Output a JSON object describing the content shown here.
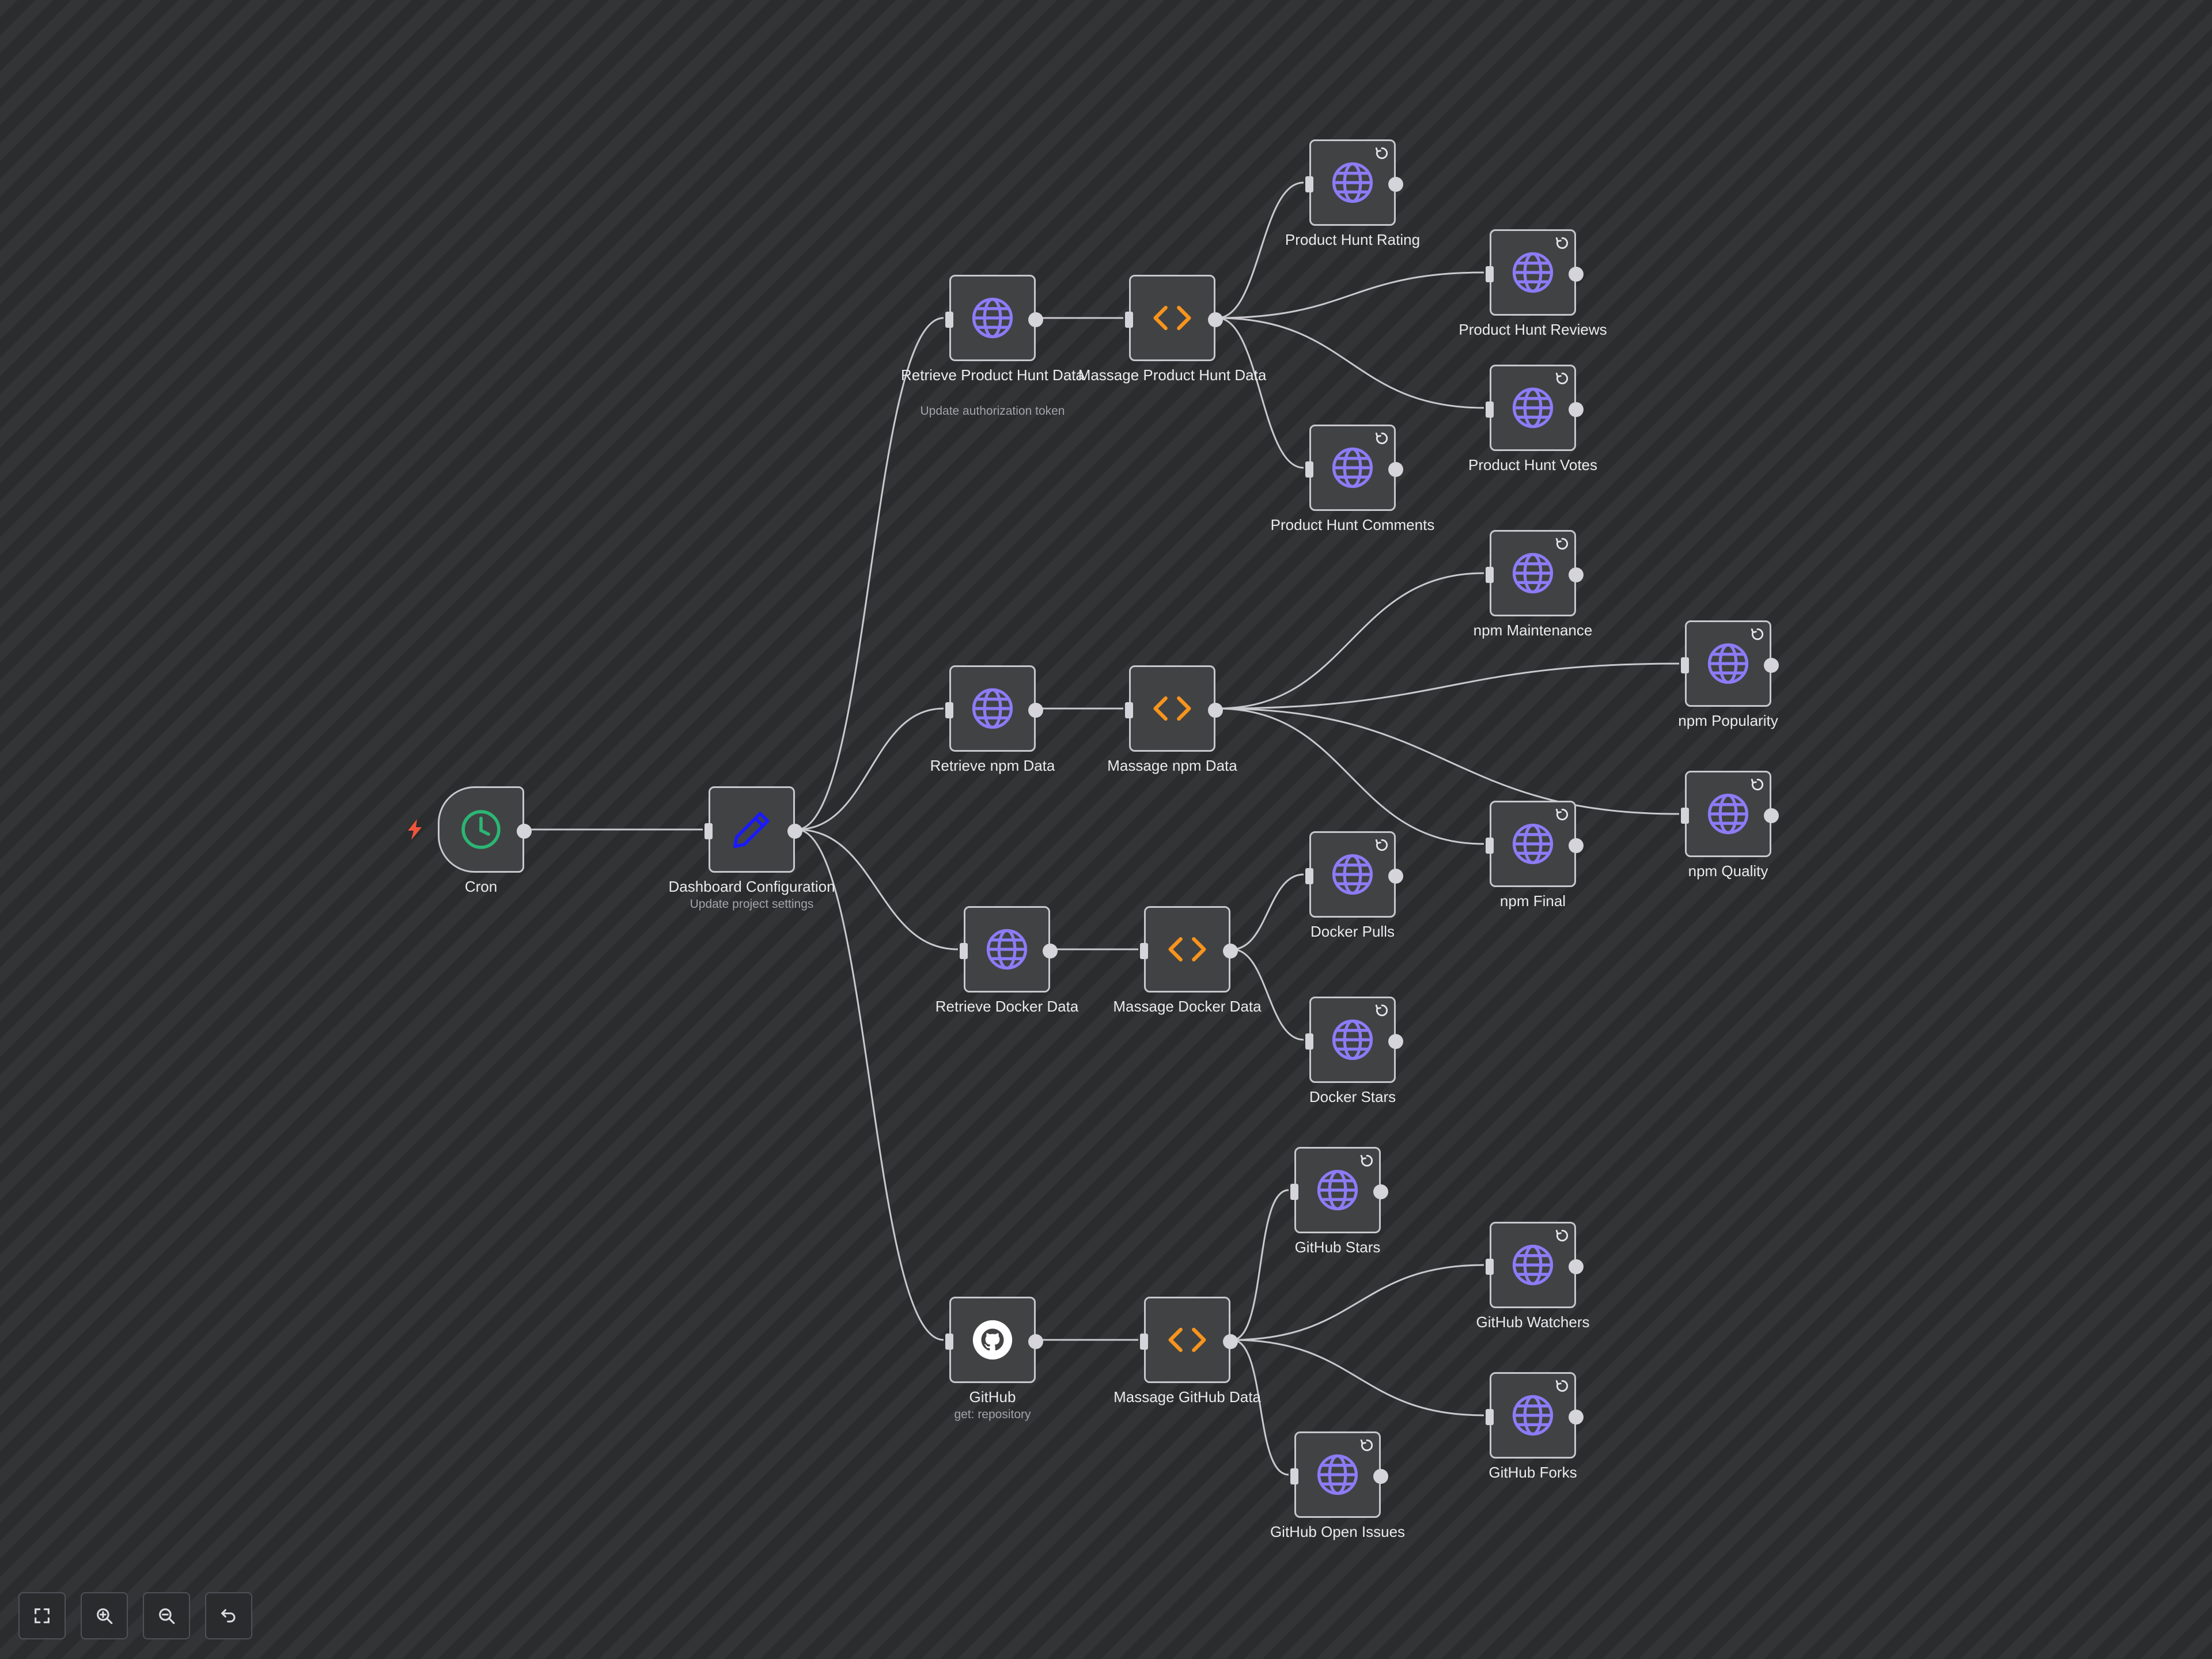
{
  "canvas": {
    "theme_accent": "#8b7cf6"
  },
  "nodes": [
    {
      "id": "cron",
      "label": "Cron",
      "subtitle": "",
      "icon": "clock-icon",
      "type": "trigger"
    },
    {
      "id": "config",
      "label": "Dashboard Configuration",
      "subtitle": "Update project settings",
      "icon": "pencil-icon",
      "type": "set"
    },
    {
      "id": "rph",
      "label": "Retrieve Product Hunt Data",
      "subtitle": "Update authorization token",
      "icon": "globe-icon",
      "type": "http"
    },
    {
      "id": "mph",
      "label": "Massage Product Hunt Data",
      "subtitle": "",
      "icon": "code-icon",
      "type": "code"
    },
    {
      "id": "phrating",
      "label": "Product Hunt Rating",
      "subtitle": "",
      "icon": "globe-icon",
      "type": "http",
      "badge": true
    },
    {
      "id": "phreviews",
      "label": "Product Hunt Reviews",
      "subtitle": "",
      "icon": "globe-icon",
      "type": "http",
      "badge": true
    },
    {
      "id": "phvotes",
      "label": "Product Hunt Votes",
      "subtitle": "",
      "icon": "globe-icon",
      "type": "http",
      "badge": true
    },
    {
      "id": "phcomments",
      "label": "Product Hunt Comments",
      "subtitle": "",
      "icon": "globe-icon",
      "type": "http",
      "badge": true
    },
    {
      "id": "rnpm",
      "label": "Retrieve npm Data",
      "subtitle": "",
      "icon": "globe-icon",
      "type": "http"
    },
    {
      "id": "mnpm",
      "label": "Massage npm Data",
      "subtitle": "",
      "icon": "code-icon",
      "type": "code"
    },
    {
      "id": "npmmaint",
      "label": "npm Maintenance",
      "subtitle": "",
      "icon": "globe-icon",
      "type": "http",
      "badge": true
    },
    {
      "id": "npmpop",
      "label": "npm Popularity",
      "subtitle": "",
      "icon": "globe-icon",
      "type": "http",
      "badge": true
    },
    {
      "id": "npmqual",
      "label": "npm Quality",
      "subtitle": "",
      "icon": "globe-icon",
      "type": "http",
      "badge": true
    },
    {
      "id": "npmfinal",
      "label": "npm Final",
      "subtitle": "",
      "icon": "globe-icon",
      "type": "http",
      "badge": true
    },
    {
      "id": "rdocker",
      "label": "Retrieve Docker Data",
      "subtitle": "",
      "icon": "globe-icon",
      "type": "http"
    },
    {
      "id": "mdocker",
      "label": "Massage Docker Data",
      "subtitle": "",
      "icon": "code-icon",
      "type": "code"
    },
    {
      "id": "dpulls",
      "label": "Docker Pulls",
      "subtitle": "",
      "icon": "globe-icon",
      "type": "http",
      "badge": true
    },
    {
      "id": "dstars",
      "label": "Docker Stars",
      "subtitle": "",
      "icon": "globe-icon",
      "type": "http",
      "badge": true
    },
    {
      "id": "github",
      "label": "GitHub",
      "subtitle": "get: repository",
      "icon": "github-icon",
      "type": "github"
    },
    {
      "id": "mgithub",
      "label": "Massage GitHub Data",
      "subtitle": "",
      "icon": "code-icon",
      "type": "code"
    },
    {
      "id": "ghstars",
      "label": "GitHub Stars",
      "subtitle": "",
      "icon": "globe-icon",
      "type": "http",
      "badge": true
    },
    {
      "id": "ghwatchers",
      "label": "GitHub Watchers",
      "subtitle": "",
      "icon": "globe-icon",
      "type": "http",
      "badge": true
    },
    {
      "id": "ghforks",
      "label": "GitHub Forks",
      "subtitle": "",
      "icon": "globe-icon",
      "type": "http",
      "badge": true
    },
    {
      "id": "ghissues",
      "label": "GitHub Open Issues",
      "subtitle": "",
      "icon": "globe-icon",
      "type": "http",
      "badge": true
    }
  ],
  "connections": [
    [
      "cron",
      "config"
    ],
    [
      "config",
      "rph"
    ],
    [
      "config",
      "rnpm"
    ],
    [
      "config",
      "rdocker"
    ],
    [
      "config",
      "github"
    ],
    [
      "rph",
      "mph"
    ],
    [
      "mph",
      "phrating"
    ],
    [
      "mph",
      "phreviews"
    ],
    [
      "mph",
      "phvotes"
    ],
    [
      "mph",
      "phcomments"
    ],
    [
      "rnpm",
      "mnpm"
    ],
    [
      "mnpm",
      "npmmaint"
    ],
    [
      "mnpm",
      "npmpop"
    ],
    [
      "mnpm",
      "npmqual"
    ],
    [
      "mnpm",
      "npmfinal"
    ],
    [
      "rdocker",
      "mdocker"
    ],
    [
      "mdocker",
      "dpulls"
    ],
    [
      "mdocker",
      "dstars"
    ],
    [
      "github",
      "mgithub"
    ],
    [
      "mgithub",
      "ghstars"
    ],
    [
      "mgithub",
      "ghwatchers"
    ],
    [
      "mgithub",
      "ghforks"
    ],
    [
      "mgithub",
      "ghissues"
    ]
  ],
  "controls": [
    {
      "id": "fit",
      "icon": "fit-view-icon"
    },
    {
      "id": "zoomin",
      "icon": "zoom-in-icon"
    },
    {
      "id": "zoomout",
      "icon": "zoom-out-icon"
    },
    {
      "id": "undo",
      "icon": "undo-icon"
    }
  ],
  "colors": {
    "globe": "#8b7cf6",
    "code": "#f7941d",
    "clock": "#2bb673",
    "pencil": "#1a1aff",
    "bolt": "#f0553b",
    "github": "#ffffff"
  }
}
